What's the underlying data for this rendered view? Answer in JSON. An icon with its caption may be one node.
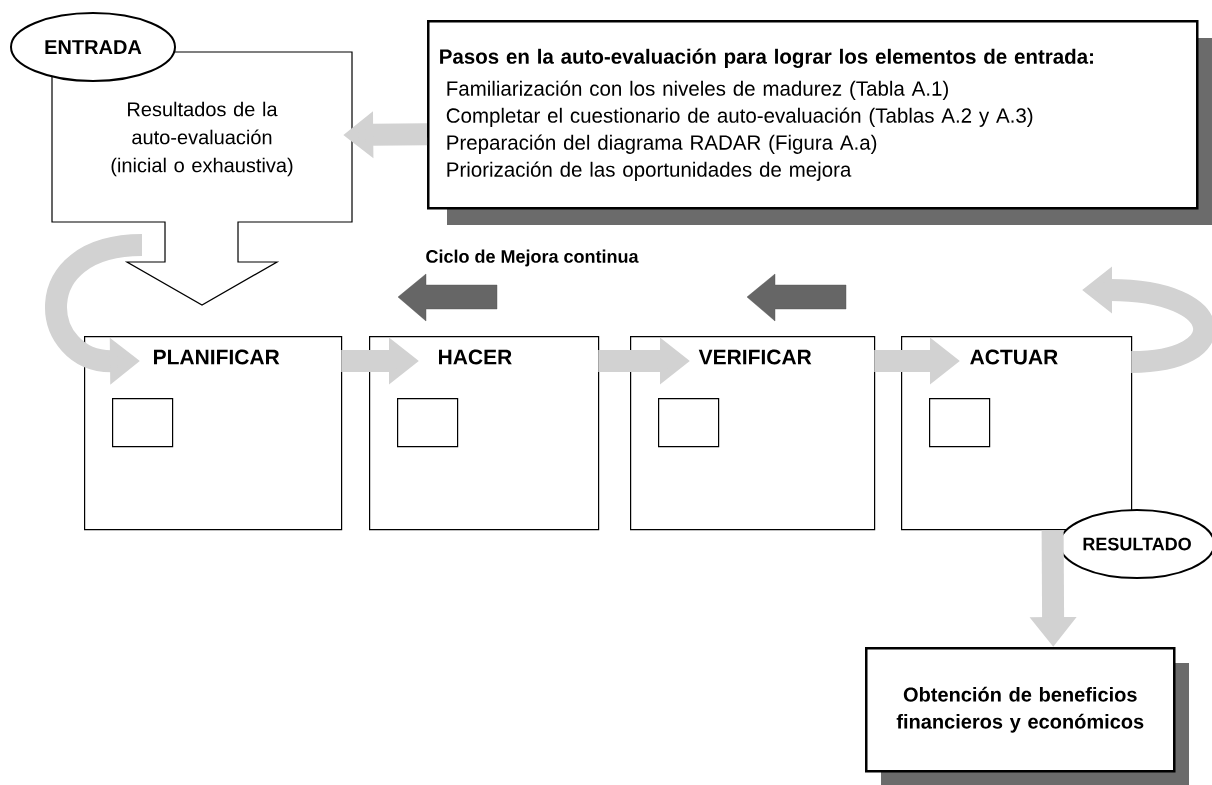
{
  "diagram": {
    "nodes": [
      {
        "text": [
          "ENTRADA"
        ]
      },
      {
        "text": [
          "Resultados de la auto-evaluación (inicial o exhaustiva)"
        ]
      },
      {
        "text": [
          "Pasos en la auto-evaluación para lograr los elementos de entrada:",
          "Familiarización con los niveles de madurez (Tabla A.1)",
          "Completar el cuestionario de auto-evaluación (Tablas A.2 y A.3)",
          "Preparación del diagrama RADAR (Figura A.a)",
          "Priorización de las oportunidades de mejora"
        ]
      },
      {
        "text": [
          "PLANIFICAR"
        ]
      },
      {
        "text": [],
        "shape": "box",
        "in": 3
      },
      {
        "text": [
          "HACER"
        ]
      },
      {
        "text": [],
        "shape": "box",
        "in": 5
      },
      {
        "text": [
          "VERIFICAR"
        ]
      },
      {
        "text": [],
        "shape": "box",
        "in": 7
      },
      {
        "text": [
          "ACTUAR"
        ]
      },
      {
        "text": [],
        "shape": "box",
        "in": 9
      },
      {
        "text": [
          "RESULTADO"
        ]
      },
      {
        "text": [
          "Obtención de beneficios financieros y económicos"
        ]
      }
    ],
    "edges": [
      {
        "from": 2,
        "to": 1,
        "arrow": "to"
      },
      {
        "from": null,
        "to": 3,
        "arrow": "to"
      },
      {
        "from": 3,
        "to": 5,
        "arrow": "to"
      },
      {
        "from": 5,
        "to": 7,
        "arrow": "to"
      },
      {
        "from": 7,
        "to": 9,
        "arrow": "to"
      },
      {
        "from": 9,
        "to": null,
        "arrow": "to"
      },
      {
        "from": 9,
        "to": 12,
        "arrow": "to"
      }
    ],
    "labels": [
      "Ciclo de Mejora continua"
    ]
  }
}
